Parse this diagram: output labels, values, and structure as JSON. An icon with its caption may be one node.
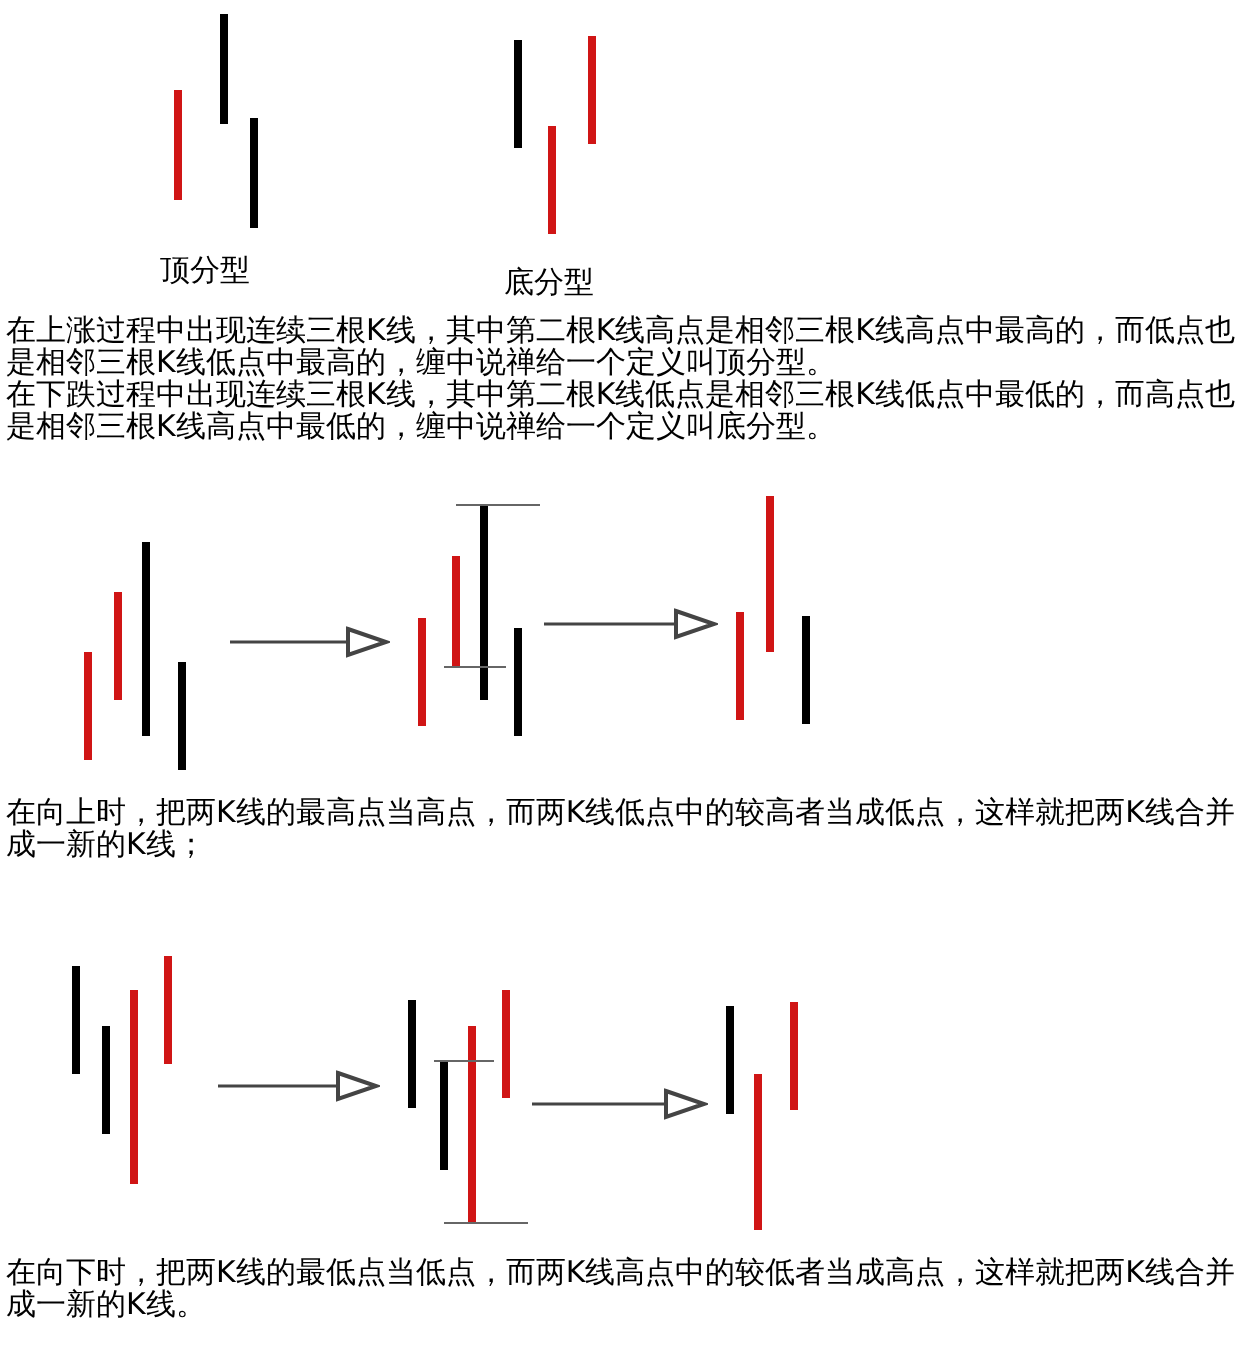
{
  "diagram": {
    "nodes": [
      {
        "text": [],
        "shape": "picture",
        "beside": [
          "顶分型"
        ]
      },
      {
        "text": [],
        "shape": "picture",
        "beside": [
          "底分型"
        ]
      },
      {
        "text": [],
        "shape": "picture"
      },
      {
        "text": [],
        "shape": "picture"
      },
      {
        "text": [],
        "shape": "picture"
      },
      {
        "text": [],
        "shape": "picture"
      },
      {
        "text": [],
        "shape": "picture"
      },
      {
        "text": [],
        "shape": "picture"
      }
    ],
    "edges": [
      {
        "from": 2,
        "to": 3,
        "arrow": "to"
      },
      {
        "from": 3,
        "to": 4,
        "arrow": "to"
      },
      {
        "from": 5,
        "to": 6,
        "arrow": "to"
      },
      {
        "from": 6,
        "to": 7,
        "arrow": "to"
      }
    ],
    "labels": [
      "在上涨过程中出现连续三根K线，其中第二根K线高点是相邻三根K线高点中最高的，而低点也是相邻三根K线低点中最高的，缠中说禅给一个定义叫顶分型。",
      "在下跌过程中出现连续三根K线，其中第二根K线低点是相邻三根K线低点中最低的，而高点也是相邻三根K线高点中最低的，缠中说禅给一个定义叫底分型。",
      "在向上时，把两K线的最高点当高点，而两K线低点中的较高者当成低点，这样就把两K线合并成一新的K线；",
      "在向下时，把两K线的最低点当低点，而两K线高点中的较低者当成高点，这样就把两K线合并成一新的K线。"
    ]
  }
}
